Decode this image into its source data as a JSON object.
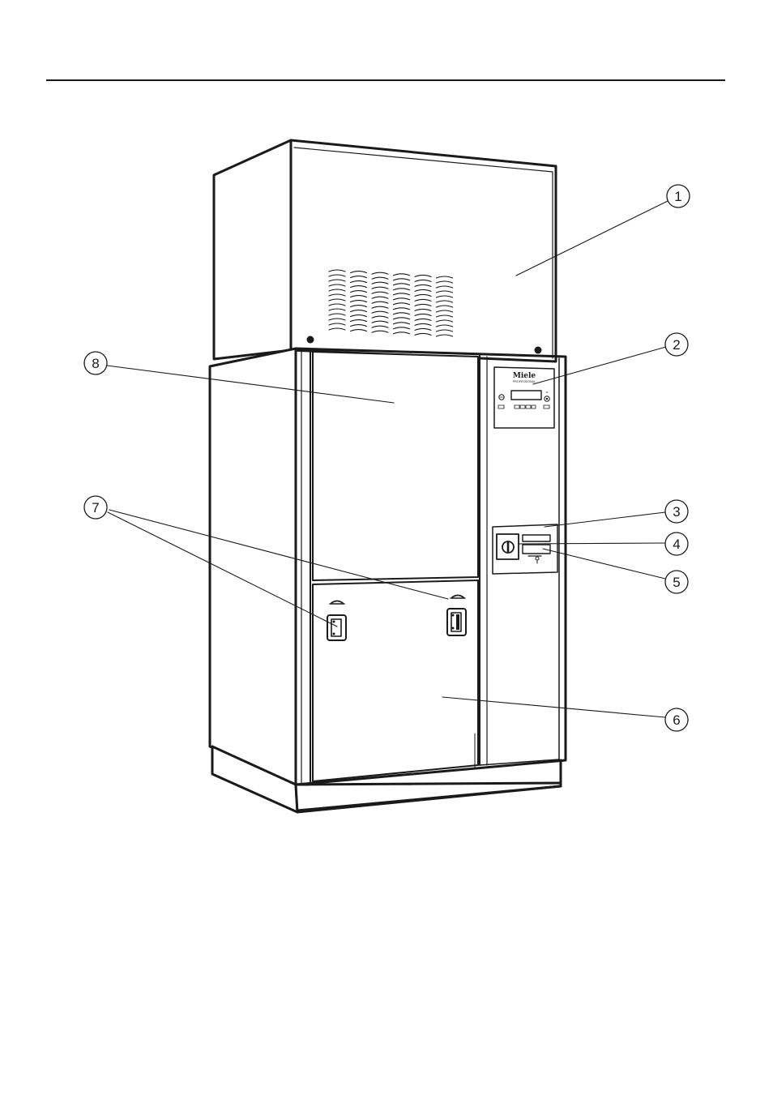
{
  "diagram": {
    "brand_logo": "Miele",
    "brand_subline": "PROFESSIONAL",
    "callouts": [
      {
        "id": "1",
        "label": "1"
      },
      {
        "id": "2",
        "label": "2"
      },
      {
        "id": "3",
        "label": "3"
      },
      {
        "id": "4",
        "label": "4"
      },
      {
        "id": "5",
        "label": "5"
      },
      {
        "id": "6",
        "label": "6"
      },
      {
        "id": "7",
        "label": "7"
      },
      {
        "id": "8",
        "label": "8"
      }
    ]
  }
}
